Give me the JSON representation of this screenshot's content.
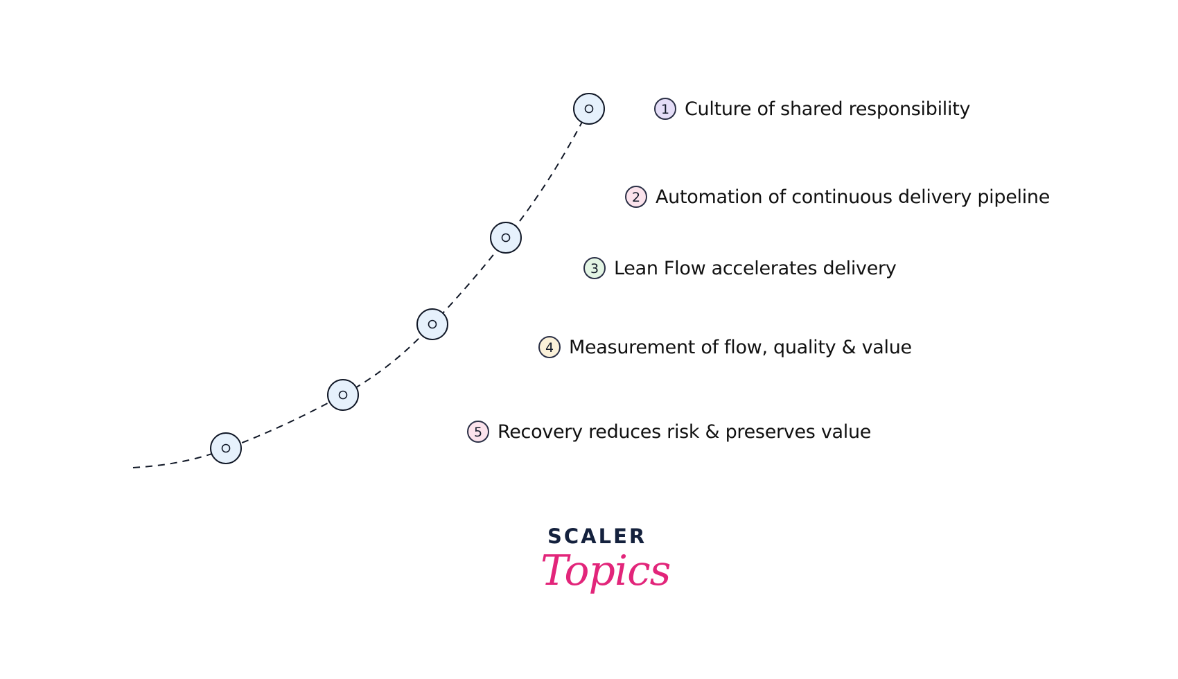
{
  "steps": [
    {
      "number": "1",
      "label": "Culture of shared responsibility",
      "color": "#e4ddf7"
    },
    {
      "number": "2",
      "label": "Automation of continuous delivery pipeline",
      "color": "#fbe3ec"
    },
    {
      "number": "3",
      "label": "Lean Flow accelerates delivery",
      "color": "#e3f5e4"
    },
    {
      "number": "4",
      "label": "Measurement of flow, quality & value",
      "color": "#fbf1d9"
    },
    {
      "number": "5",
      "label": "Recovery reduces risk & preserves value",
      "color": "#fbe3ec"
    }
  ],
  "logo": {
    "top_text": "SCALER",
    "bottom_text": "Topics",
    "top_color": "#14213d",
    "bottom_color": "#e2257a"
  },
  "colors": {
    "node_fill": "#e6f1fc",
    "stroke": "#111827"
  }
}
